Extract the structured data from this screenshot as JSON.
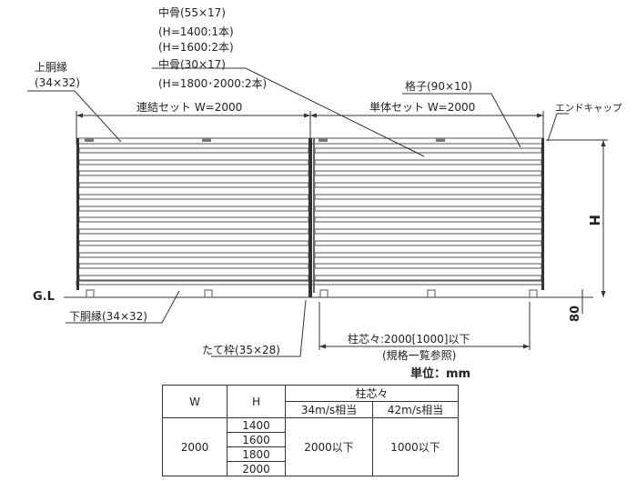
{
  "diagram": {
    "labels": {
      "naka_55": "中骨(55×17)",
      "naka_h1400": "(H=1400:1本)",
      "naka_h1600": "(H=1600:2本)",
      "naka_30": "中骨(30×17)",
      "naka_h1800": "(H=1800･2000:2本)",
      "joudoubuchi": "上胴縁",
      "joudoubuchi_size": "(34×32)",
      "renketsu": "連結セット W=2000",
      "tantai": "単体セット W=2000",
      "koushi": "格子(90×10)",
      "endcap": "エンドキャップ",
      "height": "H",
      "gl": "G.L",
      "gedoubuchi": "下胴縁(34×32)",
      "tatewaku": "たて枠(35×28)",
      "pitch": "柱芯々:2000[1000]以下",
      "pitch_note": "(規格一覧参照)",
      "ground_depth": "80",
      "unit": "単位：mm"
    }
  },
  "table": {
    "headers": {
      "w": "W",
      "h": "H",
      "pitch": "柱芯々",
      "wind34": "34m/s相当",
      "wind42": "42m/s相当"
    },
    "w_value": "2000",
    "h_values": [
      "1400",
      "1600",
      "1800",
      "2000"
    ],
    "wind34_value": "2000以下",
    "wind42_value": "1000以下"
  }
}
